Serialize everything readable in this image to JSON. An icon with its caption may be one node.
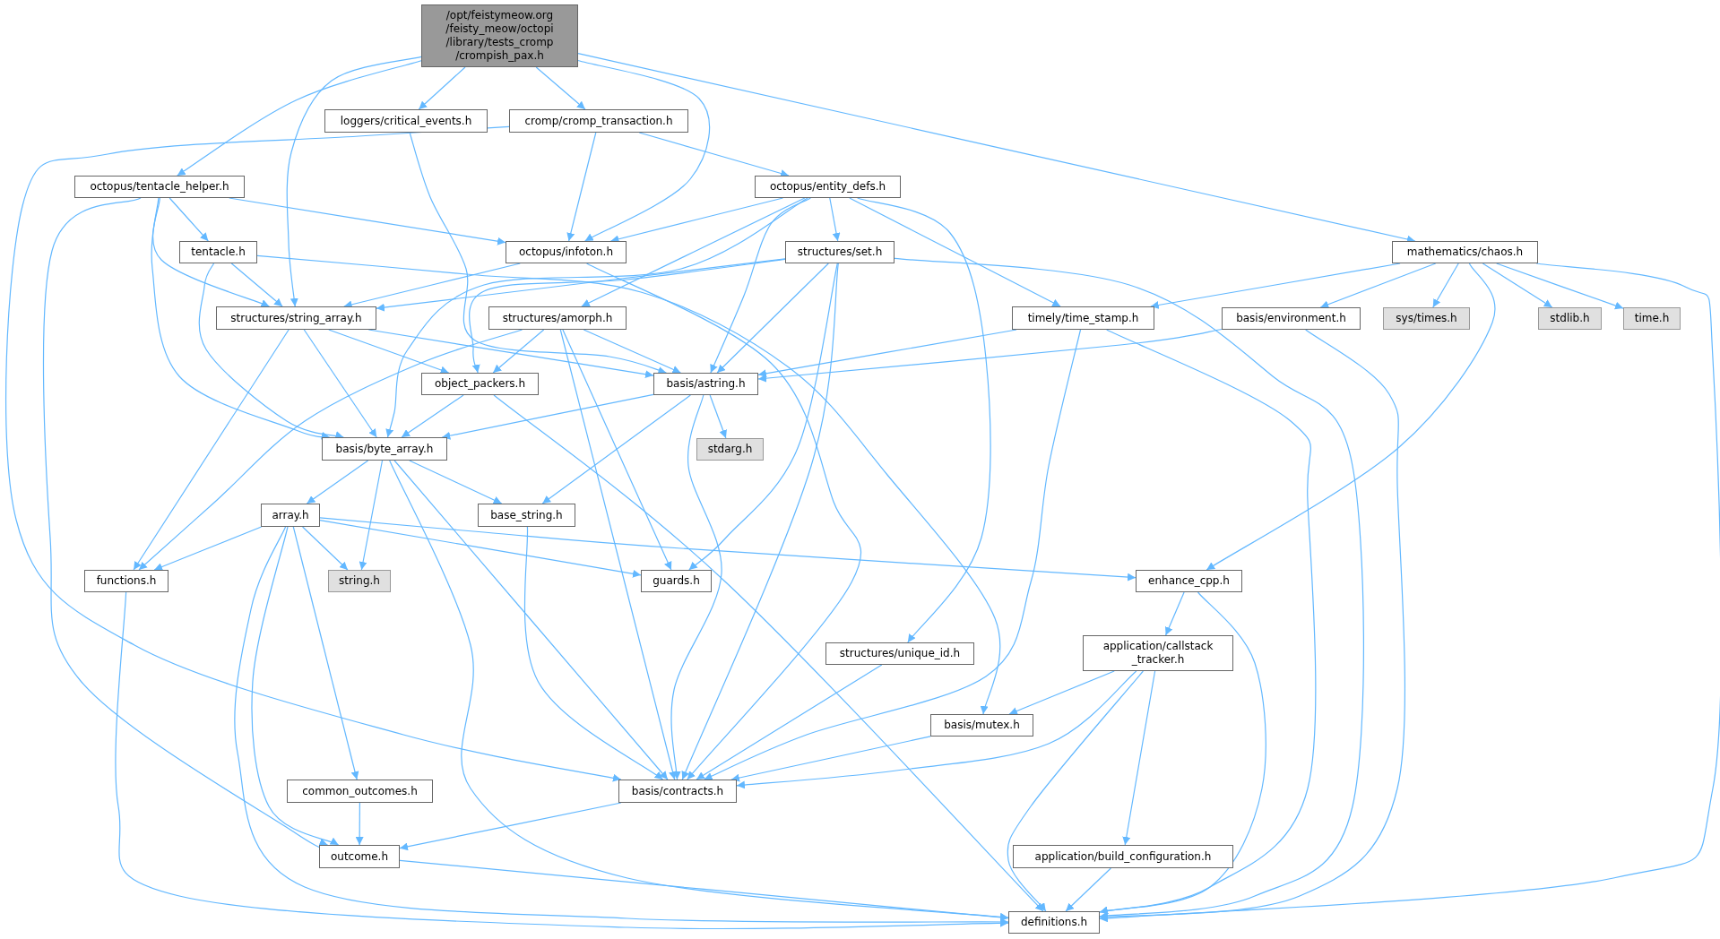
{
  "diagram": {
    "nodes": [
      {
        "text": [
          "/opt/feistymeow.org /feisty_meow/octopi /library/tests_cromp /crompish_pax.h"
        ]
      },
      {
        "text": [
          "loggers/critical_events.h"
        ]
      },
      {
        "text": [
          "cromp/cromp_transaction.h"
        ]
      },
      {
        "text": [
          "octopus/tentacle_helper.h"
        ]
      },
      {
        "text": [
          "octopus/entity_defs.h"
        ]
      },
      {
        "text": [
          "tentacle.h"
        ]
      },
      {
        "text": [
          "octopus/infoton.h"
        ]
      },
      {
        "text": [
          "structures/set.h"
        ]
      },
      {
        "text": [
          "mathematics/chaos.h"
        ]
      },
      {
        "text": [
          "structures/string_array.h"
        ]
      },
      {
        "text": [
          "structures/amorph.h"
        ]
      },
      {
        "text": [
          "timely/time_stamp.h"
        ]
      },
      {
        "text": [
          "basis/environment.h"
        ]
      },
      {
        "text": [
          "sys/times.h"
        ]
      },
      {
        "text": [
          "stdlib.h"
        ]
      },
      {
        "text": [
          "time.h"
        ]
      },
      {
        "text": [
          "object_packers.h"
        ]
      },
      {
        "text": [
          "basis/astring.h"
        ]
      },
      {
        "text": [
          "basis/byte_array.h"
        ]
      },
      {
        "text": [
          "stdarg.h"
        ]
      },
      {
        "text": [
          "array.h"
        ]
      },
      {
        "text": [
          "base_string.h"
        ]
      },
      {
        "text": [
          "functions.h"
        ]
      },
      {
        "text": [
          "string.h"
        ]
      },
      {
        "text": [
          "guards.h"
        ]
      },
      {
        "text": [
          "enhance_cpp.h"
        ]
      },
      {
        "text": [
          "application/callstack _tracker.h"
        ]
      },
      {
        "text": [
          "structures/unique_id.h"
        ]
      },
      {
        "text": [
          "basis/mutex.h"
        ]
      },
      {
        "text": [
          "common_outcomes.h"
        ]
      },
      {
        "text": [
          "basis/contracts.h"
        ]
      },
      {
        "text": [
          "application/build_configuration.h"
        ]
      },
      {
        "text": [
          "outcome.h"
        ]
      },
      {
        "text": [
          "definitions.h"
        ]
      }
    ],
    "edges": [
      {
        "from": 0,
        "to": 3,
        "arrow": "to"
      },
      {
        "from": 0,
        "to": 9,
        "arrow": "to"
      },
      {
        "from": 0,
        "to": 1,
        "arrow": "to"
      },
      {
        "from": 0,
        "to": 2,
        "arrow": "to"
      },
      {
        "from": 0,
        "to": 6,
        "arrow": "to"
      },
      {
        "from": 0,
        "to": 8,
        "arrow": "to"
      },
      {
        "from": 1,
        "to": 17,
        "arrow": "to"
      },
      {
        "from": 2,
        "to": 30,
        "arrow": "to"
      },
      {
        "from": 2,
        "to": 6,
        "arrow": "to"
      },
      {
        "from": 2,
        "to": 4,
        "arrow": "to"
      },
      {
        "from": 3,
        "to": 6,
        "arrow": "to"
      },
      {
        "from": 3,
        "to": 5,
        "arrow": "to"
      },
      {
        "from": 3,
        "to": 9,
        "arrow": "to"
      },
      {
        "from": 3,
        "to": 18,
        "arrow": "to"
      },
      {
        "from": 3,
        "to": 32,
        "arrow": "to"
      },
      {
        "from": 4,
        "to": 6,
        "arrow": "to"
      },
      {
        "from": 4,
        "to": 18,
        "arrow": "to"
      },
      {
        "from": 4,
        "to": 10,
        "arrow": "to"
      },
      {
        "from": 4,
        "to": 17,
        "arrow": "to"
      },
      {
        "from": 4,
        "to": 7,
        "arrow": "to"
      },
      {
        "from": 4,
        "to": 27,
        "arrow": "to"
      },
      {
        "from": 4,
        "to": 11,
        "arrow": "to"
      },
      {
        "from": 5,
        "to": 9,
        "arrow": "to"
      },
      {
        "from": 5,
        "to": 18,
        "arrow": "to"
      },
      {
        "from": 5,
        "to": 28,
        "arrow": "to"
      },
      {
        "from": 6,
        "to": 9,
        "arrow": "to"
      },
      {
        "from": 6,
        "to": 30,
        "arrow": "to"
      },
      {
        "from": 7,
        "to": 9,
        "arrow": "to"
      },
      {
        "from": 7,
        "to": 16,
        "arrow": "to"
      },
      {
        "from": 7,
        "to": 17,
        "arrow": "to"
      },
      {
        "from": 7,
        "to": 24,
        "arrow": "to"
      },
      {
        "from": 7,
        "to": 30,
        "arrow": "to"
      },
      {
        "from": 7,
        "to": 33,
        "arrow": "to"
      },
      {
        "from": 8,
        "to": 11,
        "arrow": "to"
      },
      {
        "from": 8,
        "to": 12,
        "arrow": "to"
      },
      {
        "from": 8,
        "to": 13,
        "arrow": "to"
      },
      {
        "from": 8,
        "to": 14,
        "arrow": "to"
      },
      {
        "from": 8,
        "to": 15,
        "arrow": "to"
      },
      {
        "from": 8,
        "to": 25,
        "arrow": "to"
      },
      {
        "from": 8,
        "to": 33,
        "arrow": "to"
      },
      {
        "from": 9,
        "to": 16,
        "arrow": "to"
      },
      {
        "from": 9,
        "to": 18,
        "arrow": "to"
      },
      {
        "from": 9,
        "to": 22,
        "arrow": "to"
      },
      {
        "from": 9,
        "to": 17,
        "arrow": "to"
      },
      {
        "from": 10,
        "to": 16,
        "arrow": "to"
      },
      {
        "from": 10,
        "to": 17,
        "arrow": "to"
      },
      {
        "from": 10,
        "to": 22,
        "arrow": "to"
      },
      {
        "from": 10,
        "to": 24,
        "arrow": "to"
      },
      {
        "from": 10,
        "to": 30,
        "arrow": "to"
      },
      {
        "from": 11,
        "to": 17,
        "arrow": "to"
      },
      {
        "from": 11,
        "to": 30,
        "arrow": "to"
      },
      {
        "from": 11,
        "to": 33,
        "arrow": "to"
      },
      {
        "from": 12,
        "to": 17,
        "arrow": "to"
      },
      {
        "from": 12,
        "to": 33,
        "arrow": "to"
      },
      {
        "from": 16,
        "to": 18,
        "arrow": "to"
      },
      {
        "from": 16,
        "to": 33,
        "arrow": "to"
      },
      {
        "from": 17,
        "to": 18,
        "arrow": "to"
      },
      {
        "from": 17,
        "to": 19,
        "arrow": "to"
      },
      {
        "from": 17,
        "to": 21,
        "arrow": "to"
      },
      {
        "from": 17,
        "to": 30,
        "arrow": "to"
      },
      {
        "from": 18,
        "to": 20,
        "arrow": "to"
      },
      {
        "from": 18,
        "to": 23,
        "arrow": "to"
      },
      {
        "from": 18,
        "to": 21,
        "arrow": "to"
      },
      {
        "from": 18,
        "to": 30,
        "arrow": "to"
      },
      {
        "from": 18,
        "to": 33,
        "arrow": "to"
      },
      {
        "from": 20,
        "to": 22,
        "arrow": "to"
      },
      {
        "from": 20,
        "to": 23,
        "arrow": "to"
      },
      {
        "from": 20,
        "to": 29,
        "arrow": "to"
      },
      {
        "from": 20,
        "to": 32,
        "arrow": "to"
      },
      {
        "from": 20,
        "to": 33,
        "arrow": "to"
      },
      {
        "from": 20,
        "to": 24,
        "arrow": "to"
      },
      {
        "from": 20,
        "to": 25,
        "arrow": "to"
      },
      {
        "from": 21,
        "to": 30,
        "arrow": "to"
      },
      {
        "from": 22,
        "to": 33,
        "arrow": "to"
      },
      {
        "from": 25,
        "to": 26,
        "arrow": "to"
      },
      {
        "from": 25,
        "to": 33,
        "arrow": "to"
      },
      {
        "from": 26,
        "to": 28,
        "arrow": "to"
      },
      {
        "from": 26,
        "to": 30,
        "arrow": "to"
      },
      {
        "from": 26,
        "to": 31,
        "arrow": "to"
      },
      {
        "from": 26,
        "to": 33,
        "arrow": "to"
      },
      {
        "from": 27,
        "to": 30,
        "arrow": "to"
      },
      {
        "from": 28,
        "to": 30,
        "arrow": "to"
      },
      {
        "from": 29,
        "to": 32,
        "arrow": "to"
      },
      {
        "from": 30,
        "to": 32,
        "arrow": "to"
      },
      {
        "from": 31,
        "to": 33,
        "arrow": "to"
      },
      {
        "from": 32,
        "to": 33,
        "arrow": "to"
      }
    ]
  }
}
